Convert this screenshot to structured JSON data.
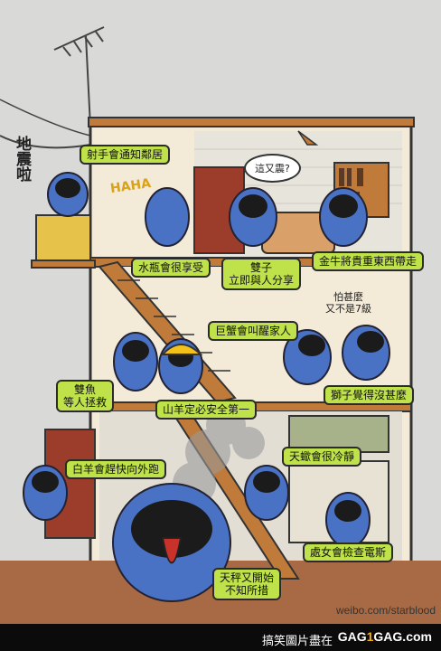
{
  "labels": {
    "sagittarius": "射手會通知鄰居",
    "aquarius": "水瓶會很享受",
    "gemini": "雙子\n立即與人分享",
    "taurus": "金牛將貴重東西帶走",
    "cancer": "巨蟹會叫醒家人",
    "pisces": "雙魚\n等人拯救",
    "virgo_safety": "山羊定必安全第一",
    "leo": "獅子覺得沒甚麼",
    "aries": "白羊會趕快向外跑",
    "scorpio": "天蠍會很冷靜",
    "virgo": "處女會檢查電斯",
    "libra": "天秤又開始\n不知所措"
  },
  "notes": {
    "earthquake": "地震啦",
    "haha": "HAHA",
    "again": "這又震?",
    "what_scale": "怕甚麼\n又不是7級"
  },
  "footer": {
    "watermark": "weibo.com/starblood",
    "credit": "搞笑圖片盡在",
    "brand_pre": "GAG",
    "brand_one": "1",
    "brand_post": "GAG.com"
  },
  "colors": {
    "creature": "#4a72c4",
    "label_bg": "#bfe24a",
    "wall": "#f3ead8",
    "wood": "#c07a3a"
  }
}
